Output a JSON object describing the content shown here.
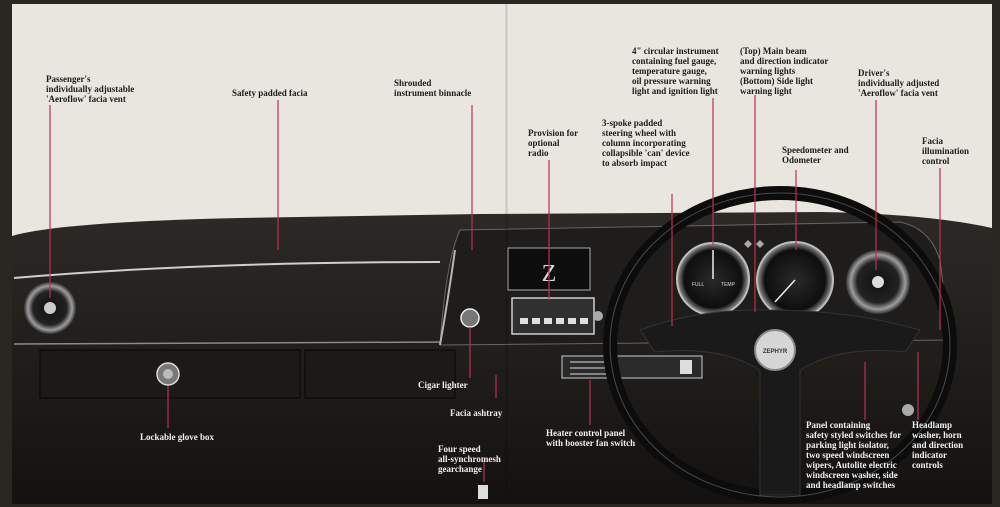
{
  "labels": {
    "passenger_vent": [
      "Passenger's",
      "individually adjustable",
      "'Aeroflow' facia vent"
    ],
    "safety_facia": [
      "Safety padded facia"
    ],
    "binnacle": [
      "Shrouded",
      "instrument binnacle"
    ],
    "radio": [
      "Provision for",
      "optional",
      "radio"
    ],
    "circular_instrument": [
      "4\" circular instrument",
      "containing fuel gauge,",
      "temperature gauge,",
      "oil pressure warning",
      "light and ignition light"
    ],
    "steering_wheel": [
      "3-spoke padded",
      "steering wheel with",
      "column incorporating",
      "collapsible 'can' device",
      "to absorb impact"
    ],
    "main_beam": [
      "(Top) Main beam",
      "and direction indicator",
      "warning lights",
      "(Bottom) Side light",
      "warning light"
    ],
    "speedometer": [
      "Speedometer and",
      "Odometer"
    ],
    "driver_vent": [
      "Driver's",
      "individually adjusted",
      "'Aeroflow' facia vent"
    ],
    "facia_illumination": [
      "Facia",
      "illumination",
      "control"
    ],
    "cigar_lighter": [
      "Cigar lighter"
    ],
    "facia_ashtray": [
      "Facia ashtray"
    ],
    "glove_box": [
      "Lockable glove box"
    ],
    "gearchange": [
      "Four speed",
      "all-synchromesh",
      "gearchange"
    ],
    "heater": [
      "Heater control panel",
      "with booster fan switch"
    ],
    "panel_switches": [
      "Panel containing",
      "safety styled switches for",
      "parking light isolator,",
      "two speed windscreen",
      "wipers, Autolite electric",
      "windscreen washer, side",
      "and headlamp switches"
    ],
    "headlamp_washer": [
      "Headlamp",
      "washer, horn",
      "and direction",
      "indicator",
      "controls"
    ]
  },
  "gauges": {
    "fuel": "FULL",
    "temp": "TEMP"
  },
  "radio_letter": "Z",
  "hub_badge": "ZEPHYR",
  "colors": {
    "paper": "#e9e6df",
    "dash": "#1a1816",
    "chrome": "#c9c9c9",
    "pointer": "#c03050"
  }
}
